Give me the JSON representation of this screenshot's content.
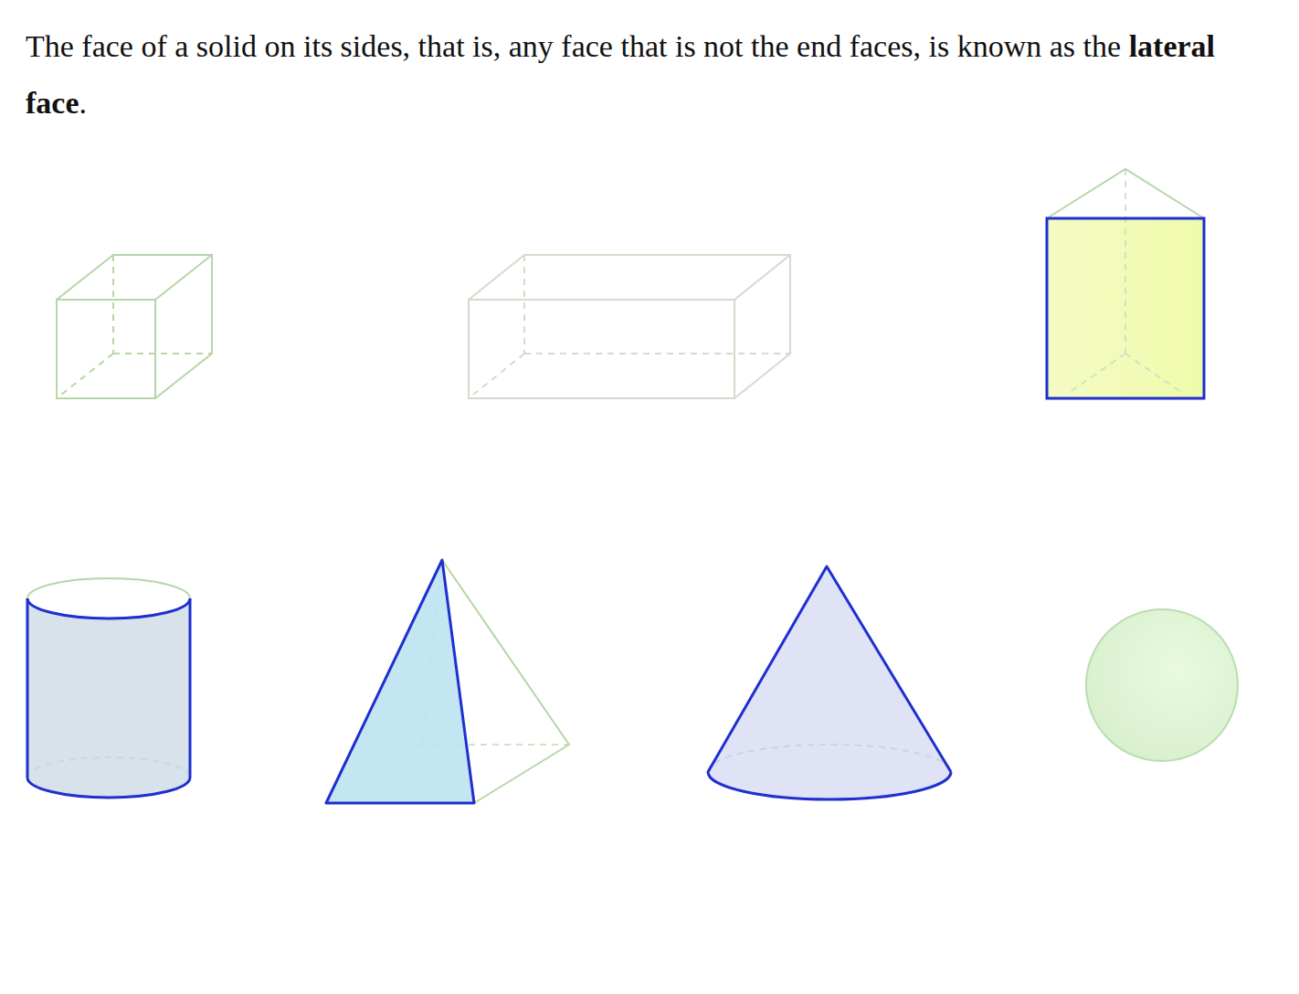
{
  "diagram": {
    "labels": [
      "The face of a solid on its sides, that is, any face that is not the end faces, is known as the",
      "lateral face",
      "."
    ]
  }
}
